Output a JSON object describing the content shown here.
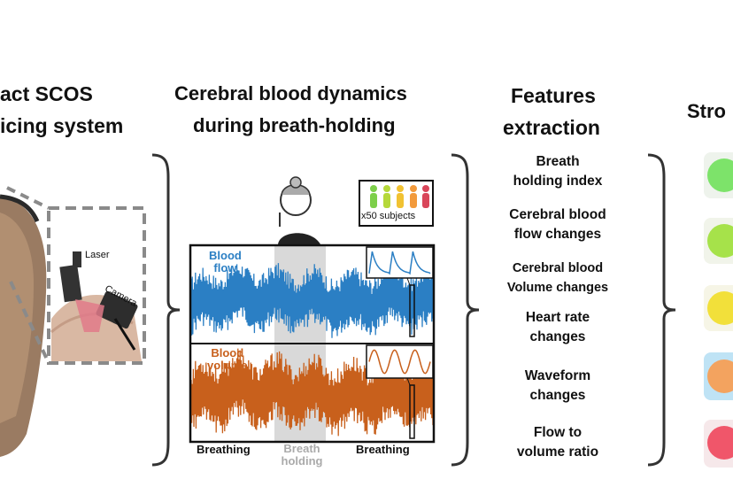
{
  "column1": {
    "title_line1": "act SCOS",
    "title_line2": "icing system",
    "laser_label": "Laser",
    "camera_label": "Camera"
  },
  "column2": {
    "title_line1": "Cerebral blood dynamics",
    "title_line2": "during breath-holding",
    "subjects_label": "x50 subjects",
    "flow_label_1": "Blood",
    "flow_label_2": "flow",
    "volume_label_1": "Blood",
    "volume_label_2": "volume",
    "phase_left": "Breathing",
    "phase_mid_1": "Breath",
    "phase_mid_2": "holding",
    "phase_right": "Breathing",
    "colors": {
      "flow": "#2b7fc4",
      "volume": "#c8601c",
      "hold_shade": "#d9d9d9"
    }
  },
  "column3": {
    "title_line1": "Features",
    "title_line2": "extraction",
    "features": [
      {
        "line1": "Breath",
        "line2": "holding index"
      },
      {
        "line1": "Cerebral blood",
        "line2": "flow changes"
      },
      {
        "line1": "Cerebral blood",
        "line2": "Volume changes"
      },
      {
        "line1": "Heart rate",
        "line2": "changes"
      },
      {
        "line1": "Waveform",
        "line2": "changes"
      },
      {
        "line1": "Flow to",
        "line2": "volume ratio"
      }
    ]
  },
  "column4": {
    "title": "Stro",
    "risk_colors": [
      "#7de36a",
      "#a6e24a",
      "#f2e03a",
      "#f3a35f",
      "#f0566a"
    ]
  }
}
